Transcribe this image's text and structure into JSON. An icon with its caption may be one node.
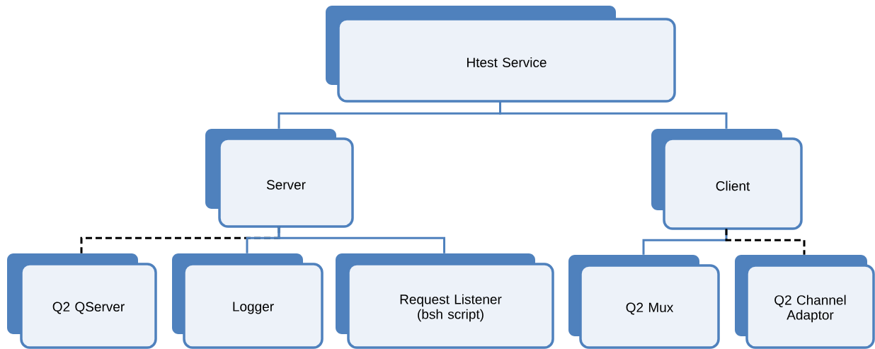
{
  "diagram": {
    "nodes": [
      {
        "text": [
          "Htest Service"
        ]
      },
      {
        "text": [
          "Server"
        ]
      },
      {
        "text": [
          "Client"
        ]
      },
      {
        "text": [
          "Q2 QServer"
        ]
      },
      {
        "text": [
          "Logger"
        ]
      },
      {
        "text": [
          "Request Listener (bsh script)"
        ]
      },
      {
        "text": [
          "Q2 Mux"
        ]
      },
      {
        "text": [
          "Q2 Channel Adaptor"
        ]
      }
    ],
    "edges": [
      {
        "from": 0,
        "to": 1,
        "arrow": "none"
      },
      {
        "from": 0,
        "to": 2,
        "arrow": "none"
      },
      {
        "from": 1,
        "to": 3,
        "arrow": "none",
        "style": "dashed",
        "color": "#000000"
      },
      {
        "from": 1,
        "to": 4,
        "arrow": "none"
      },
      {
        "from": 1,
        "to": 5,
        "arrow": "none"
      },
      {
        "from": 2,
        "to": 6,
        "arrow": "none"
      },
      {
        "from": 2,
        "to": 7,
        "arrow": "none",
        "style": "dashed",
        "color": "#000000"
      }
    ]
  }
}
